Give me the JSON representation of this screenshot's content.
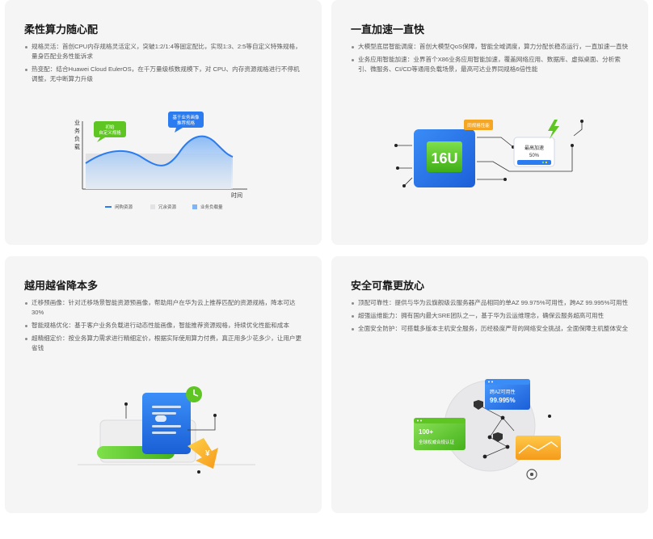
{
  "cards": [
    {
      "title": "柔性算力随心配",
      "bullets": [
        "规格灵活：首创CPU内存规格灵活定义，突破1:2/1:4等固定配比，实现1:3、2:5等自定义特殊规格，量身匹配业务性能诉求",
        "热变配：结合Huawei Cloud EulerOS，在千万量级核数规模下，对 CPU、内存资源规格进行不停机调整，无中断算力升级"
      ],
      "chart": {
        "y_label": "业务负载",
        "x_label": "时间",
        "bubble_left": "初始自定义规格",
        "bubble_right": "基于业务画像推荐规格",
        "legend": [
          "闲购资源",
          "冗余资源",
          "业务负载量"
        ]
      }
    },
    {
      "title": "一直加速一直快",
      "bullets": [
        "大模型底层智能调度：首创大模型QoS保障，智能全域调度，算力分配长稳态运行，一直加速一直快",
        "业务应用智能加速：业界首个X86业务应用智能加速，覆盖网络应用、数据库、虚拟桌面、分析索引、微服务、CI/CD等通用负载场景，最高可达业界同规格6倍性能"
      ],
      "illus": {
        "chip_label": "16U",
        "tag_label": "同规格性能",
        "side_line1": "最高加速",
        "side_line2": "50%"
      }
    },
    {
      "title": "越用越省降本多",
      "bullets": [
        "迁移预画像：针对迁移场景智能资源预画像，帮助用户在华为云上推荐匹配的资源规格，降本可达30%",
        "智能规格优化：基于客户业务负载进行动态性能画像，智能推荐资源规格，持续优化性能和成本",
        "超精细定价：按业务算力需求进行精细定价，根据实际使用算力付费，真正用多少花多少，让用户更省钱"
      ]
    },
    {
      "title": "安全可靠更放心",
      "bullets": [
        "顶配可靠性：提供与华为云旗舰级云服务器产品相同的单AZ 99.975%可用性，跨AZ 99.995%可用性",
        "超强运维能力：拥有国内最大SRE团队之一，基于华为云运维理念，确保云服务超高可用性",
        "全面安全防护：可搭载多版本主机安全服务，历经极度严苛的网络安全挑战，全面保障主机整体安全"
      ],
      "illus": {
        "blue_line1": "跨AZ可用性",
        "blue_line2": "99.995%",
        "green_line1": "100+",
        "green_line2": "全球权威合规认证"
      }
    }
  ],
  "colors": {
    "card_bg": "#f5f5f6",
    "title": "#191919",
    "body": "#5a5a5a",
    "blue": "#2a7cf0",
    "green": "#5ec522",
    "orange": "#f5a623"
  }
}
